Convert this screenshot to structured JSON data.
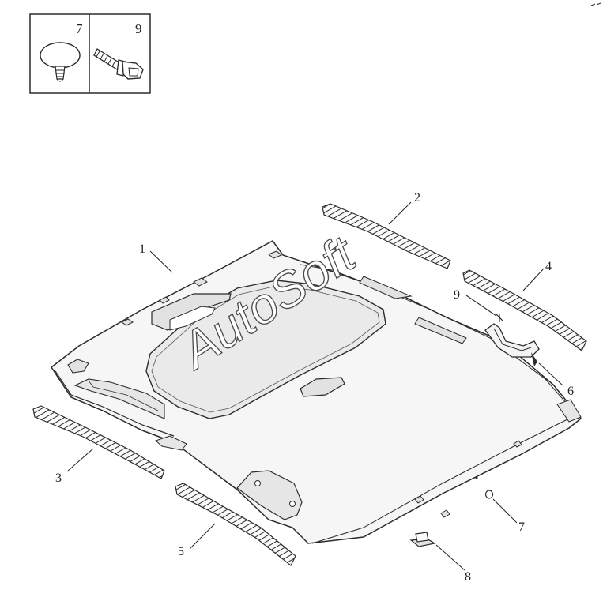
{
  "inset": {
    "cells": [
      {
        "label": "7",
        "icon": "push-clip-icon"
      },
      {
        "label": "9",
        "icon": "bolt-icon"
      }
    ]
  },
  "callouts": [
    {
      "label": "1"
    },
    {
      "label": "2"
    },
    {
      "label": "3"
    },
    {
      "label": "4"
    },
    {
      "label": "5"
    },
    {
      "label": "6"
    },
    {
      "label": "7"
    },
    {
      "label": "8"
    },
    {
      "label": "9"
    }
  ],
  "watermark": "AutoSoft",
  "colors": {
    "line": "#2b2b2b",
    "fill": "#f6f6f6",
    "shade": "#e2e2e2",
    "background": "#ffffff"
  }
}
